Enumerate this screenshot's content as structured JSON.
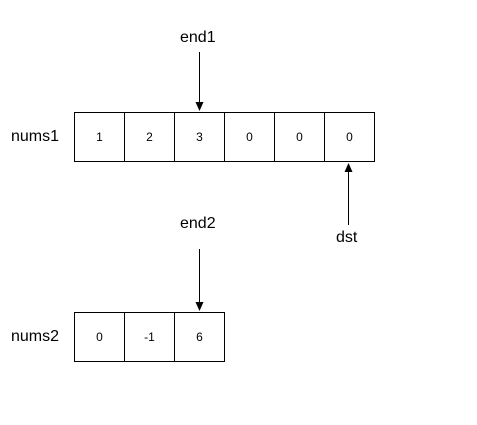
{
  "arrays": [
    {
      "label": "nums1",
      "values": [
        "1",
        "2",
        "3",
        "0",
        "0",
        "0"
      ]
    },
    {
      "label": "nums2",
      "values": [
        "0",
        "-1",
        "6"
      ]
    }
  ],
  "pointers": {
    "end1": "end1",
    "end2": "end2",
    "dst": "dst"
  }
}
